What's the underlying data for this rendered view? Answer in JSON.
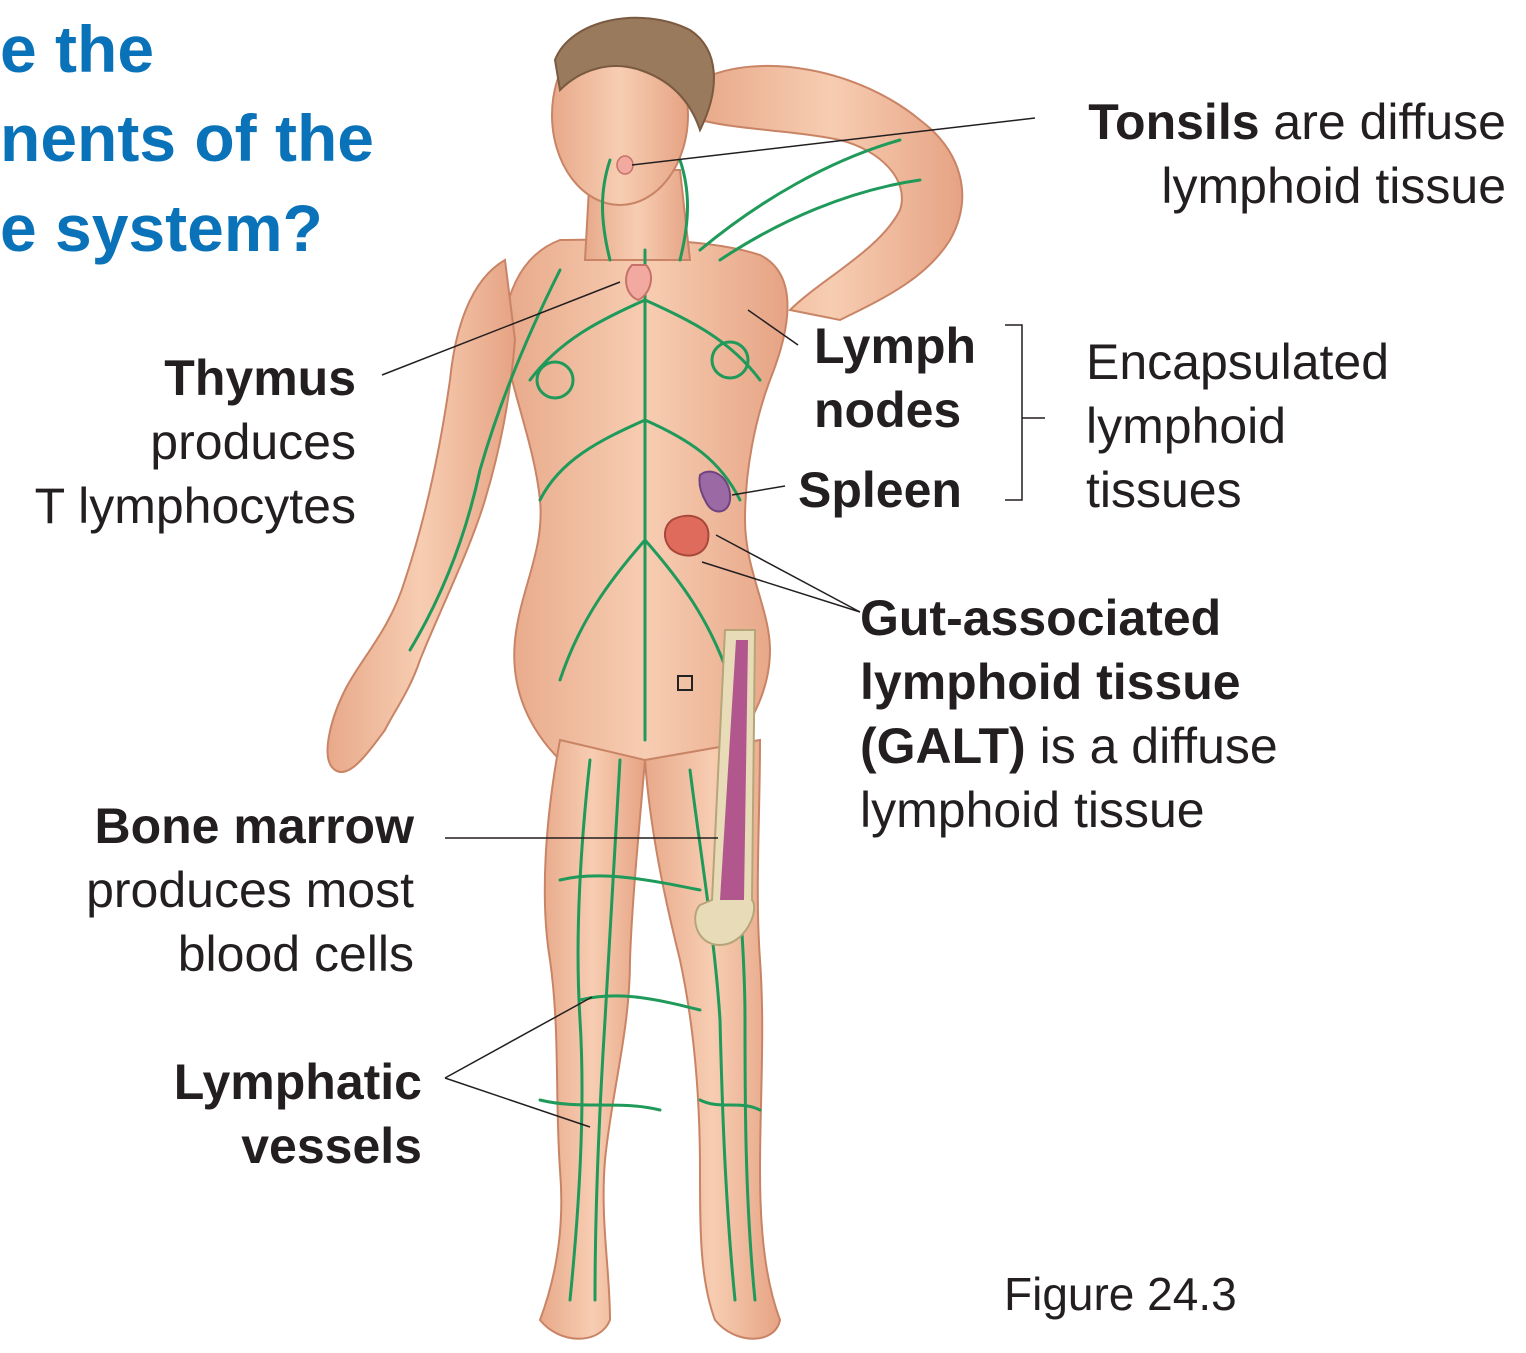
{
  "title": {
    "line1": "e the",
    "line2": "nents of the",
    "line3": "e system?"
  },
  "labels": {
    "tonsils": {
      "bold": "Tonsils",
      "rest": " are diffuse",
      "line2": "lymphoid tissue"
    },
    "thymus": {
      "bold": "Thymus",
      "line2": "produces",
      "line3": "T lymphocytes"
    },
    "lymph_nodes": {
      "line1": "Lymph",
      "line2": "nodes"
    },
    "spleen": "Spleen",
    "encapsulated": {
      "line1": "Encapsulated",
      "line2": "lymphoid",
      "line3": "tissues"
    },
    "galt": {
      "bold1": "Gut-associated",
      "bold2": "lymphoid tissue",
      "bold3": "(GALT)",
      "rest3": " is a diffuse",
      "line4": "lymphoid tissue"
    },
    "bone_marrow": {
      "bold": "Bone marrow",
      "line2": "produces most",
      "line3": "blood cells"
    },
    "lymphatic_vessels": {
      "line1": "Lymphatic",
      "line2": "vessels"
    }
  },
  "figure_caption": "Figure 24.3",
  "colors": {
    "title": "#0a72b8",
    "text": "#231f20",
    "skin": "#f4c3a4",
    "skin_shadow": "#e3a381",
    "lymph_vessels": "#1f9a5a",
    "hair": "#9a7a5c",
    "spleen": "#9b6aa5",
    "thymus": "#f1a9a0",
    "gut": "#de6b5c",
    "bone_marrow": "#b2578e"
  }
}
